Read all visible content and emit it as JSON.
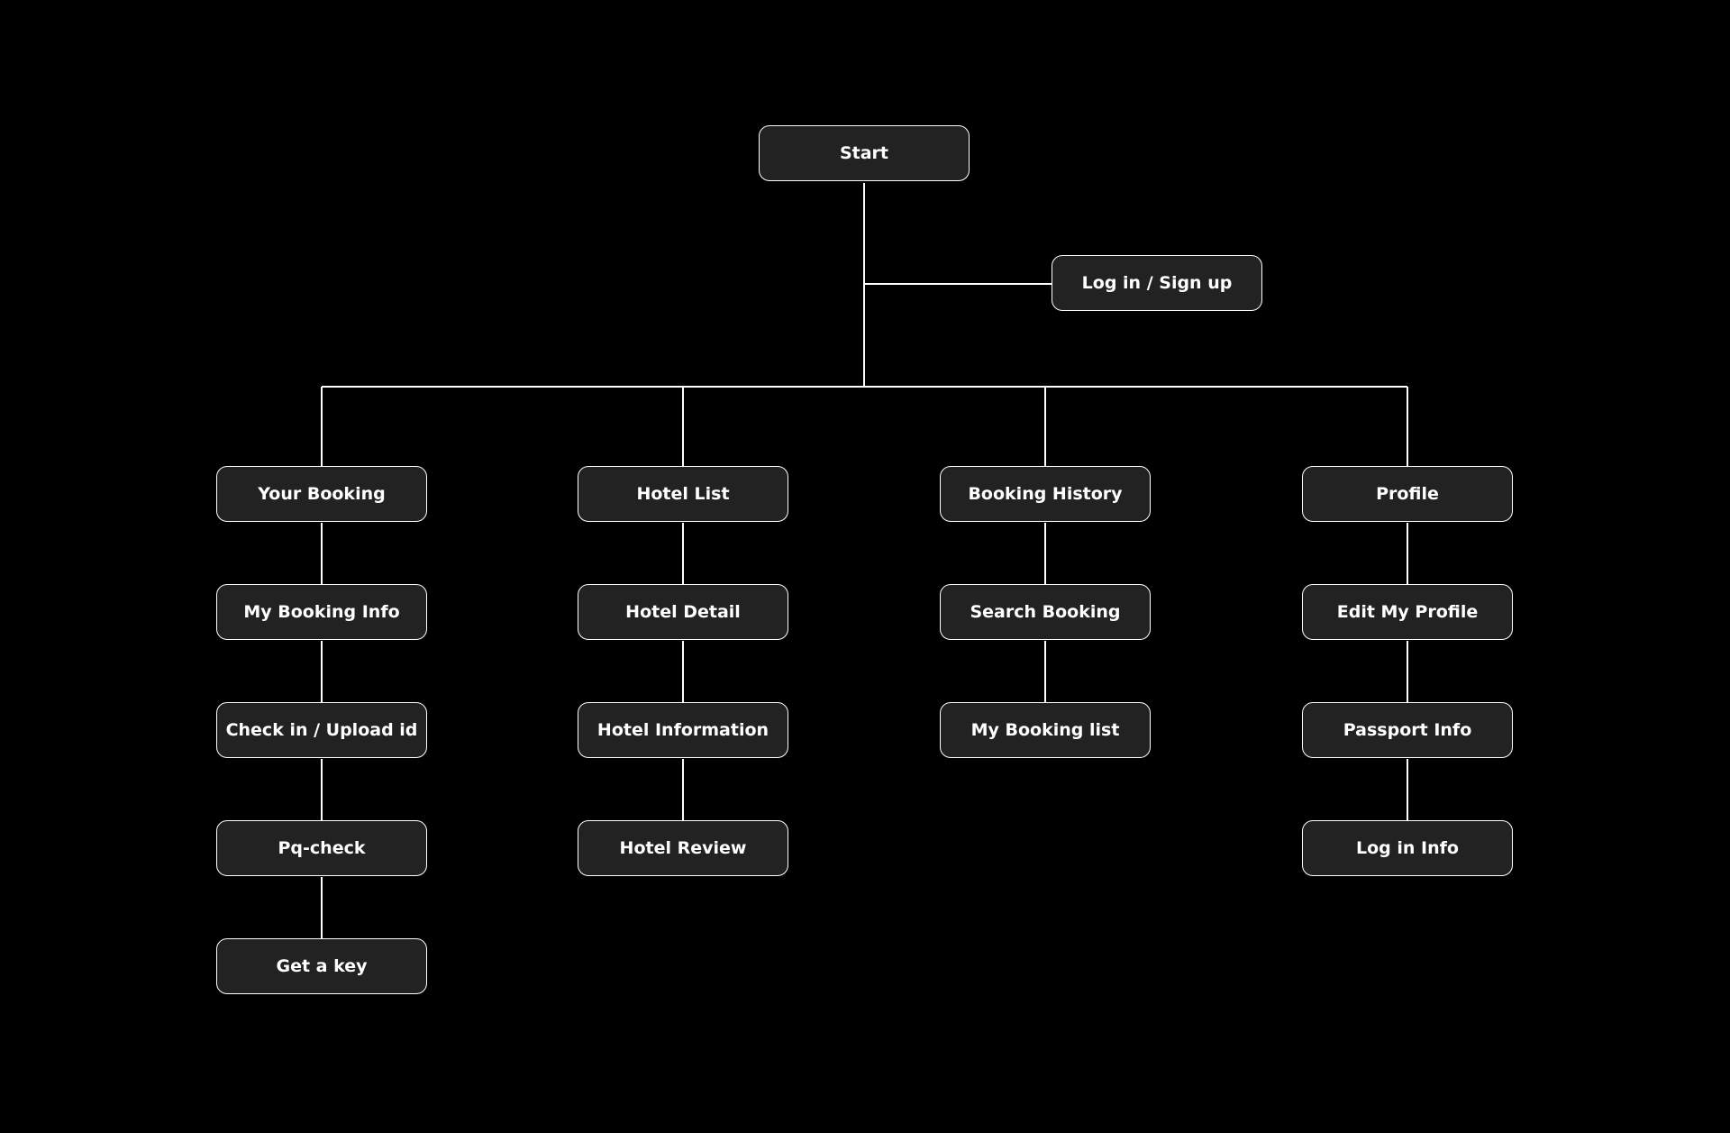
{
  "colors": {
    "background": "#000000",
    "node_fill": "#222222",
    "node_border": "#ffffff",
    "text": "#ffffff",
    "connector": "#ffffff"
  },
  "root": {
    "label": "Start"
  },
  "auth": {
    "label": "Log in / Sign up"
  },
  "branches": [
    {
      "label": "Your Booking",
      "children": [
        "My Booking Info",
        "Check in / Upload id",
        "Pq-check",
        "Get a key"
      ]
    },
    {
      "label": "Hotel List",
      "children": [
        "Hotel Detail",
        "Hotel Information",
        "Hotel Review"
      ]
    },
    {
      "label": "Booking History",
      "children": [
        "Search Booking",
        "My Booking list"
      ]
    },
    {
      "label": "Profile",
      "children": [
        "Edit My Profile",
        "Passport Info",
        "Log in Info"
      ]
    }
  ]
}
